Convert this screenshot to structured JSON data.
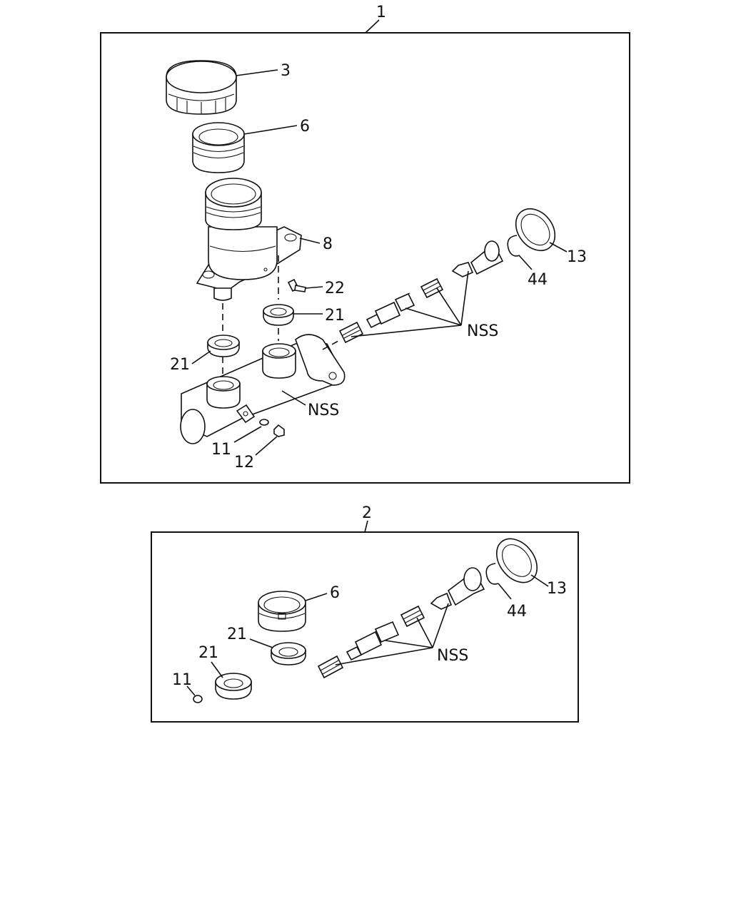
{
  "assemblies": [
    {
      "number": "1",
      "callouts": {
        "cap": "3",
        "seal": "6",
        "reservoir": "8",
        "screw": "22",
        "grommet_right": "21",
        "grommet_left": "21",
        "cylinder_body": "NSS",
        "washer": "11",
        "bolt": "12",
        "piston_group": "NSS",
        "snap_ring": "44",
        "boot": "13"
      }
    },
    {
      "number": "2",
      "callouts": {
        "seal": "6",
        "grommet_upper": "21",
        "grommet_lower": "21",
        "washer": "11",
        "piston_group": "NSS",
        "snap_ring": "44",
        "boot": "13"
      }
    }
  ]
}
